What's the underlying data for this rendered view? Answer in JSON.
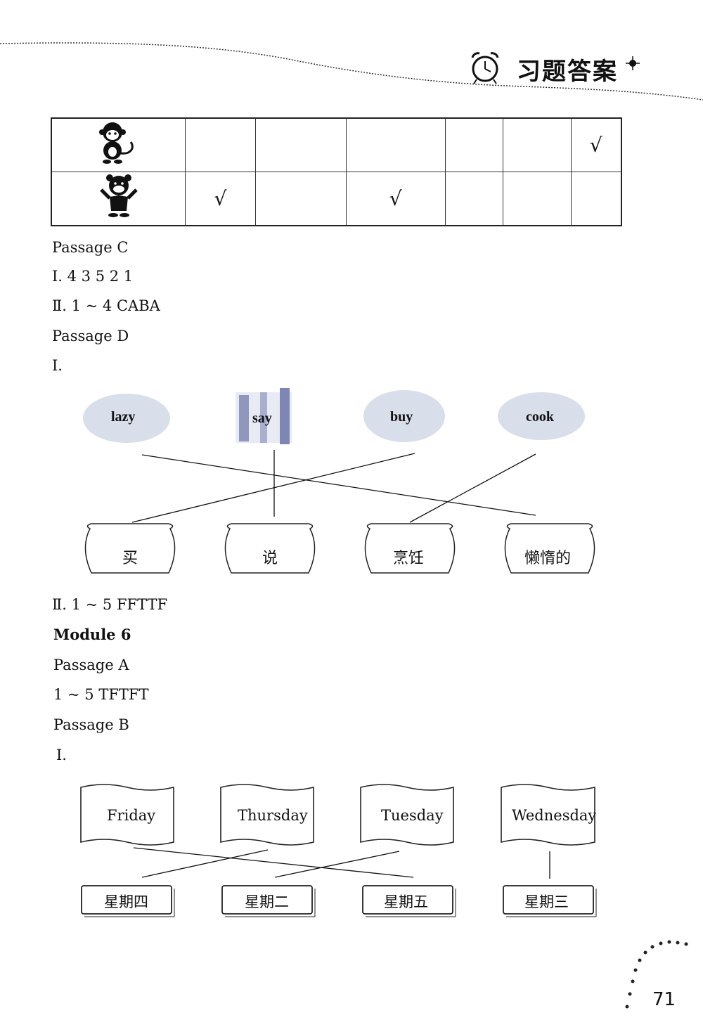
{
  "header": {
    "title": "习题答案"
  },
  "table": {
    "rows": [
      {
        "icon": "monkey-icon",
        "cells": [
          "",
          "",
          "",
          "",
          "",
          "√"
        ]
      },
      {
        "icon": "bear-icon",
        "cells": [
          "√",
          "",
          "√",
          "",
          "",
          ""
        ]
      }
    ]
  },
  "passage_c": {
    "label": "Passage C",
    "q1": "Ⅰ. 4 3 5 2 1",
    "q2": "Ⅱ. 1 ~ 4    CABA"
  },
  "passage_d": {
    "label": "Passage D",
    "q1": "Ⅰ.",
    "words": [
      "lazy",
      "say",
      "buy",
      "cook"
    ],
    "meanings": [
      "买",
      "说",
      "烹饪",
      "懒惰的"
    ],
    "q2": "Ⅱ. 1 ~ 5    FFTTF"
  },
  "module": {
    "title": "Module 6"
  },
  "passage_a": {
    "label": "Passage A",
    "answer": "1 ~ 5    TFTFT"
  },
  "passage_b": {
    "label": "Passage B",
    "q1": "Ⅰ.",
    "days": [
      "Friday",
      "Thursday",
      "Tuesday",
      "Wednesday"
    ],
    "cn_days": [
      "星期四",
      "星期二",
      "星期五",
      "星期三"
    ]
  },
  "page_number": "71"
}
